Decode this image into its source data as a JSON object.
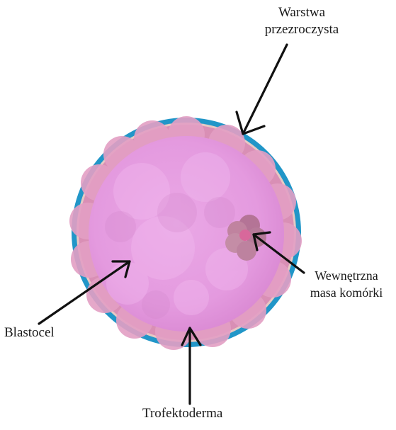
{
  "diagram": {
    "labels": {
      "zona_line1": "Warstwa",
      "zona_line2": "przezroczysta",
      "icm_line1": "Wewnętrzna",
      "icm_line2": "masa komórki",
      "blastocoel": "Blastocel",
      "trophectoderm": "Trofektoderma"
    }
  },
  "colors": {
    "zona_blue": "#2196c8",
    "trophectoderm_ring": "#d98fb5",
    "cell_ring_mid": "#e8a9c9",
    "blastocoel_fill": "#e79ee0",
    "inner_cell_mass": "#b97a9e",
    "arrow": "#111111"
  }
}
